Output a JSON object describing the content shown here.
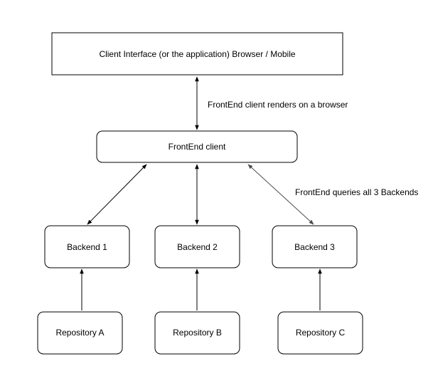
{
  "nodes": {
    "client_interface": "Client Interface (or the application) Browser / Mobile",
    "frontend_client": "FrontEnd client",
    "backend_1": "Backend 1",
    "backend_2": "Backend 2",
    "backend_3": "Backend 3",
    "repository_a": "Repository A",
    "repository_b": "Repository B",
    "repository_c": "Repository C"
  },
  "edge_labels": {
    "client_to_frontend": "FrontEnd client renders on a browser",
    "frontend_to_backends": "FrontEnd queries all 3 Backends"
  },
  "colors": {
    "stroke": "#000000",
    "fill": "#ffffff",
    "text": "#000000",
    "edge_frontend_backend3": "#4d4d4d"
  }
}
